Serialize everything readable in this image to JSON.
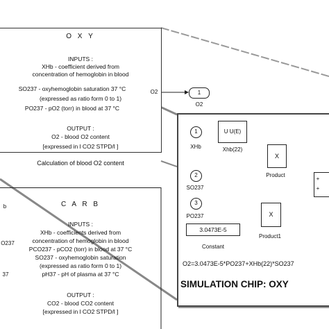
{
  "oxy": {
    "title": "O X Y",
    "inputs_heading": "INPUTS :",
    "inputs": [
      "XHb - coefficient derived from",
      "concentration of hemoglobin in blood",
      "SO237 - oxyhemoglobin saturation 37 °C",
      "(expressed as ratio form 0 to 1)",
      "PO237 - pO2 (torr) in blood at 37 °C"
    ],
    "output_heading": "OUTPUT :",
    "outputs": [
      "O2 - blood O2 content",
      "[expressed in l CO2 STPD/l ]"
    ],
    "caption": "Calculation of blood O2 content",
    "out_port_label": "O2",
    "out_block_num": "1",
    "out_block_label": "O2"
  },
  "carb": {
    "title": "C A R B",
    "left_label_1": "b",
    "left_label_2": "O237",
    "left_label_3": "37",
    "inputs_heading": "INPUTS :",
    "inputs": [
      "XHb - coefficients derived from",
      "concentration of hemoglobin in blood",
      "PCO237 - pCO2 (torr) in blood at 37 °C",
      "SO237 - oxyhemoglobin saturation",
      "(expressed as ratio form 0 to 1)",
      "pH37 - pH of plasma at 37 °C"
    ],
    "output_heading": "OUTPUT :",
    "outputs": [
      "CO2 - blood CO2 content",
      "[expressed in l CO2 STPD/l ]"
    ]
  },
  "chip": {
    "in1_num": "1",
    "in1_label": "XHb",
    "fcn_text": "U  U(E)",
    "fcn_label": "Xhb(22)",
    "in2_num": "2",
    "in2_label": "SO237",
    "product_symbol": "X",
    "product_label": "Product",
    "in3_num": "3",
    "in3_label": "PO237",
    "product1_label": "Product1",
    "constant_value": "3.0473E-5",
    "constant_label": "Constant",
    "sum_plus_1": "+",
    "sum_plus_2": "+",
    "equation": "O2=3.0473E-5*PO237+XHb(22)*SO237",
    "title": "SIMULATION CHIP: OXY"
  }
}
